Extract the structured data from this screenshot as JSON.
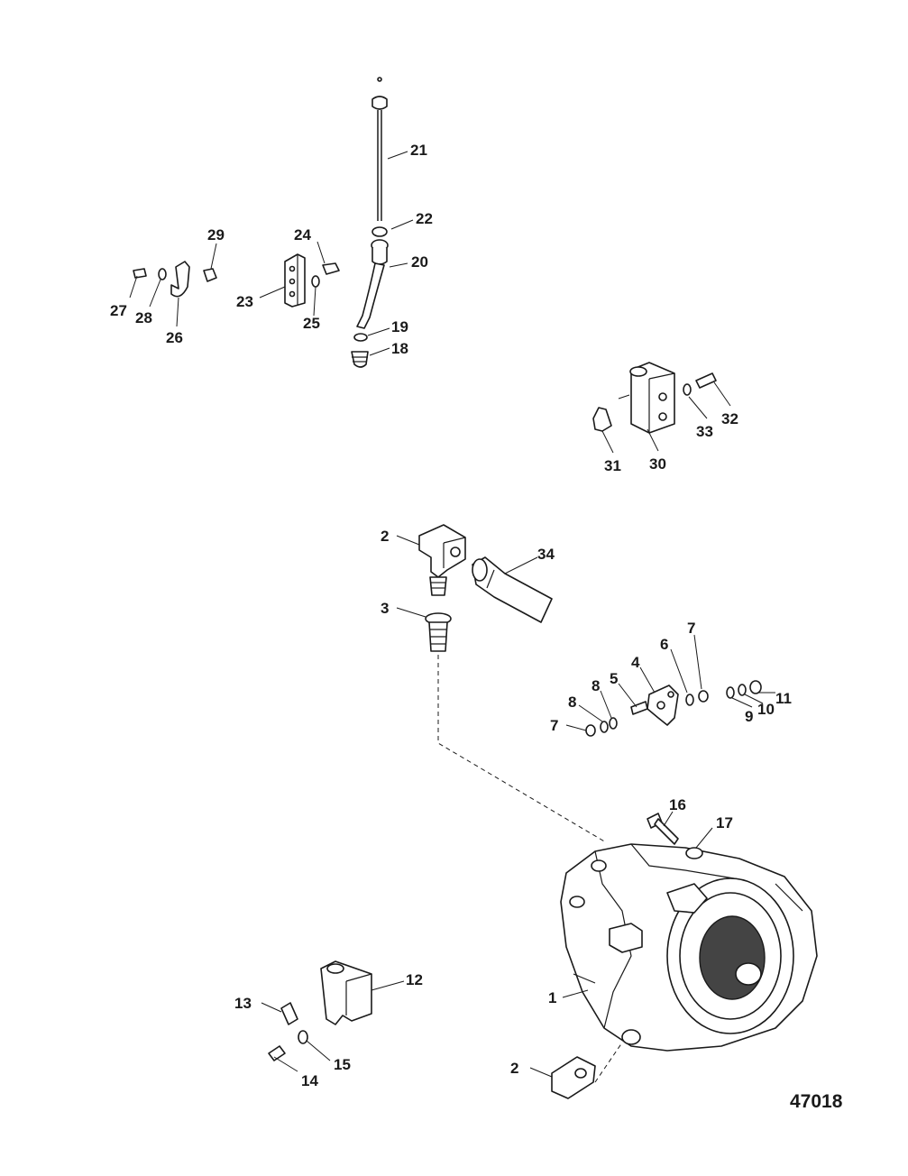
{
  "diagram_id": "47018",
  "callouts": {
    "c1": "1",
    "c2a": "2",
    "c2b": "2",
    "c3": "3",
    "c4": "4",
    "c5": "5",
    "c6": "6",
    "c7a": "7",
    "c7b": "7",
    "c8a": "8",
    "c8b": "8",
    "c9": "9",
    "c10": "10",
    "c11": "11",
    "c12": "12",
    "c13": "13",
    "c14": "14",
    "c15": "15",
    "c16": "16",
    "c17": "17",
    "c18": "18",
    "c19": "19",
    "c20": "20",
    "c21": "21",
    "c22": "22",
    "c23": "23",
    "c24": "24",
    "c25": "25",
    "c26": "26",
    "c27": "27",
    "c28": "28",
    "c29": "29",
    "c30": "30",
    "c31": "31",
    "c32": "32",
    "c33": "33",
    "c34": "34"
  }
}
